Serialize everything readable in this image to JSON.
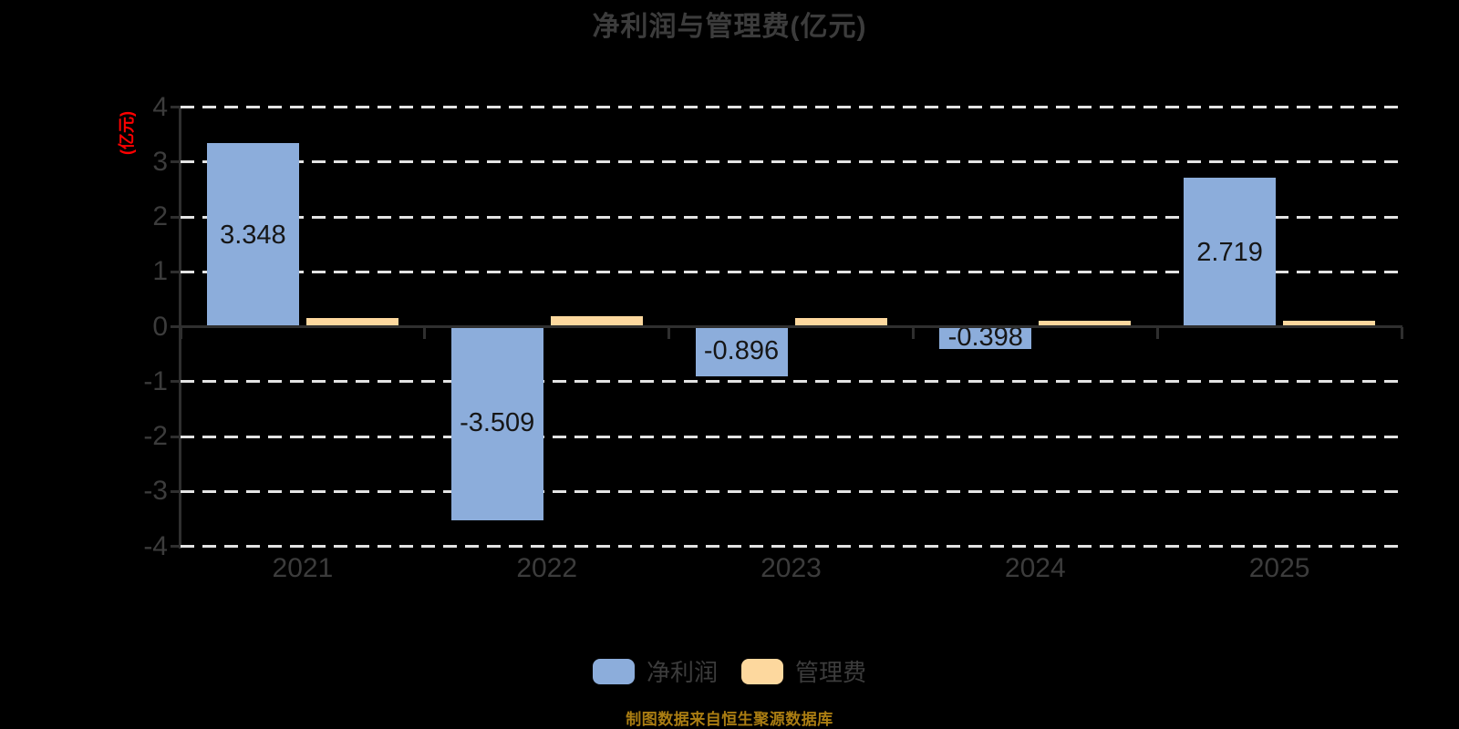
{
  "title": "净利润与管理费(亿元)",
  "y_axis_unit": "(亿元)",
  "chart_data": {
    "type": "bar",
    "title": "净利润与管理费(亿元)",
    "categories": [
      "2021",
      "2022",
      "2023",
      "2024",
      "2025"
    ],
    "series": [
      {
        "name": "净利润",
        "color": "#8CADDB",
        "values": [
          3.348,
          -3.509,
          -0.896,
          -0.398,
          2.719
        ],
        "data_labels": [
          "3.348",
          "-3.509",
          "-0.896",
          "-0.398",
          "2.719"
        ]
      },
      {
        "name": "管理费",
        "color": "#FDD89E",
        "values": [
          0.16,
          0.19,
          0.15,
          0.11,
          0.1
        ],
        "data_labels": null,
        "values_estimated": true
      }
    ],
    "ylabel": "(亿元)",
    "ylim": [
      -4,
      4
    ],
    "y_ticks": [
      4,
      3,
      2,
      1,
      0,
      -1,
      -2,
      -3,
      -4
    ],
    "grid": "horizontal-dashed",
    "legend_position": "bottom"
  },
  "legend": {
    "items": [
      {
        "label": "净利润",
        "color": "#8CADDB"
      },
      {
        "label": "管理费",
        "color": "#FDD89E"
      }
    ]
  },
  "footer": {
    "text": "制图数据来自恒生聚源数据库",
    "color": "#AA7D12"
  },
  "colors": {
    "background": "#000000",
    "text": "#3C3C3C",
    "bar_label": "#161616",
    "grid": "#E3E3E3",
    "axis": "#2F2F2F",
    "unit_label": "#FF0000"
  }
}
